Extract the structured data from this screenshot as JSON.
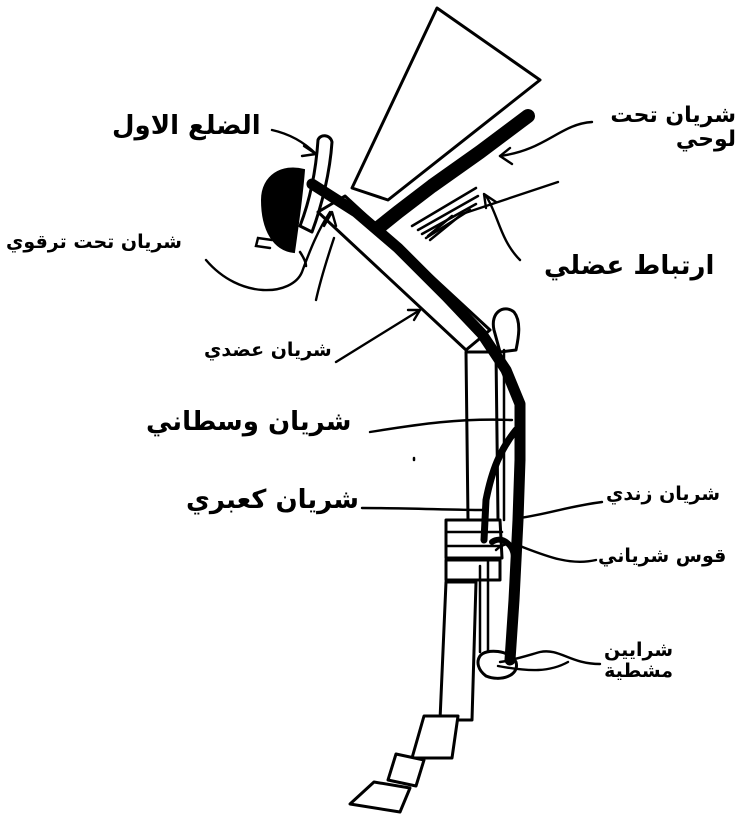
{
  "labels": {
    "first_rib": "الضلع الاول",
    "subscapular_artery": "شريان تحت لوحي",
    "subclavian_artery": "شريان تحت ترقوي",
    "muscular_ligament": "ارتباط عضلي",
    "humeral_artery": "شريان عضدي",
    "median_artery": "شريان وسطاني",
    "radial_artery": "شريان كعبري",
    "ulnar_artery": "شريان زندي",
    "arterial_arch": "قوس شرياني",
    "digital_arteries_line1": "شرايين",
    "digital_arteries_line2": "مشطية"
  },
  "colors": {
    "ink": "#000000",
    "paper": "#ffffff"
  }
}
